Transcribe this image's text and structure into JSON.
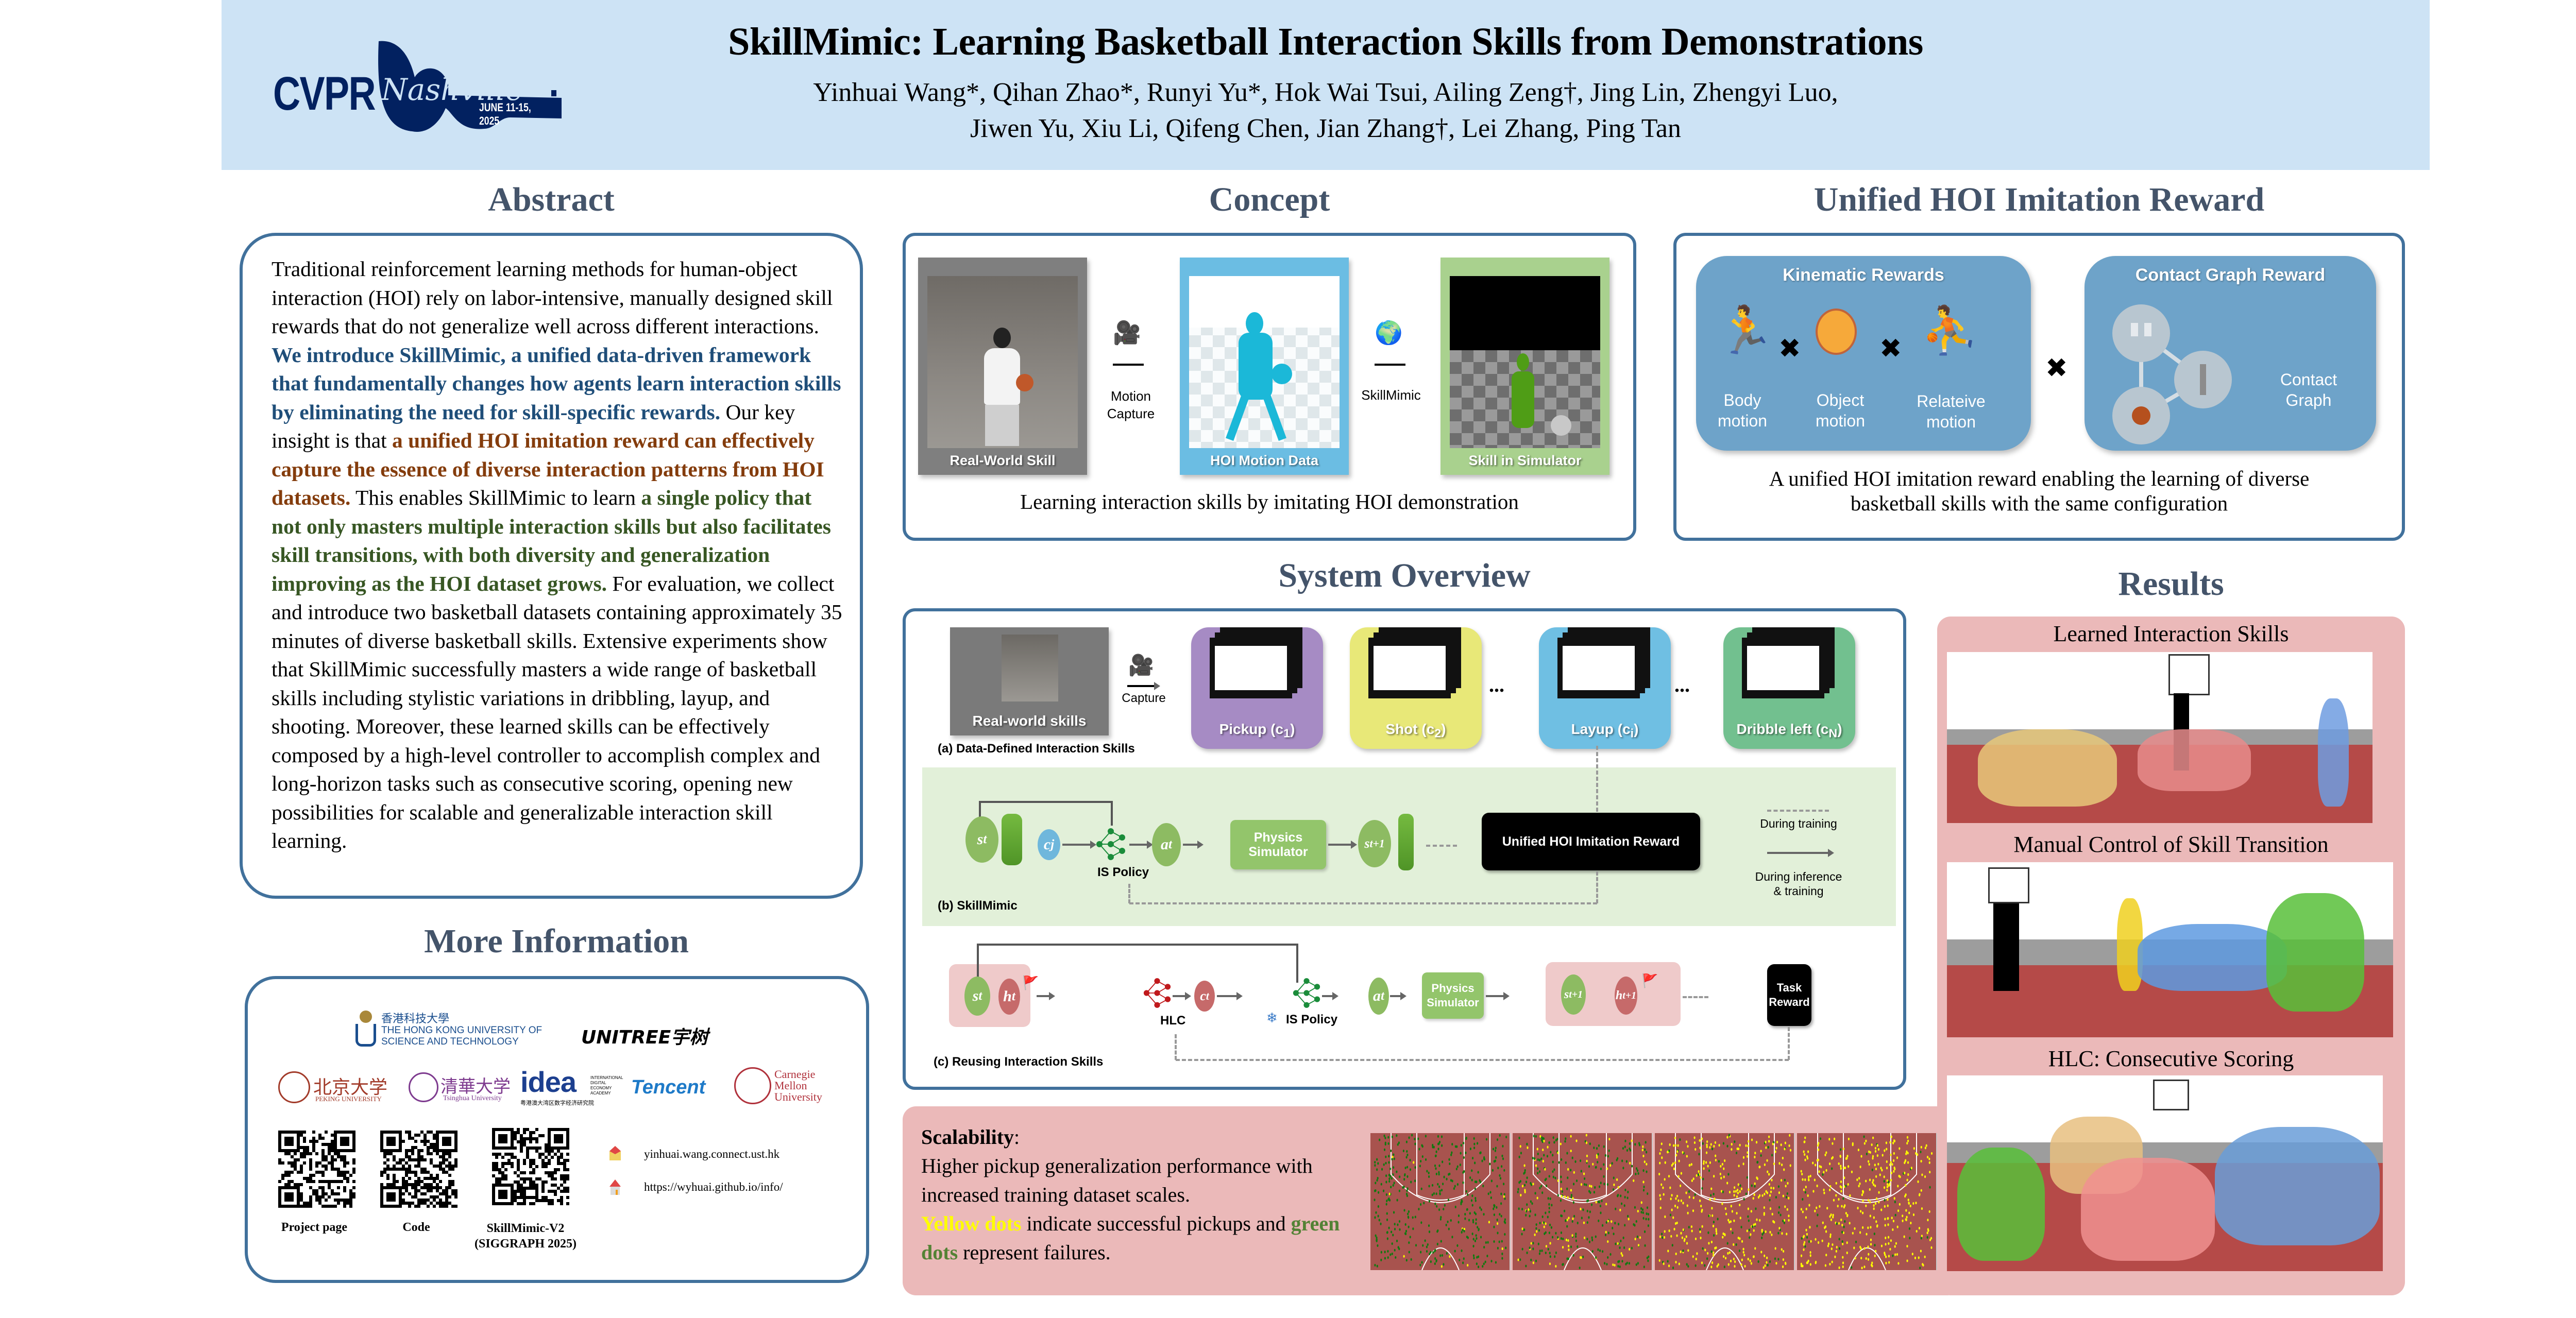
{
  "header": {
    "logo_text": "CVPR",
    "logo_script": "Nashville",
    "logo_dates": "JUNE 11-15, 2025",
    "title": "SkillMimic: Learning Basketball Interaction Skills from Demonstrations",
    "authors_line1": "Yinhuai Wang*, Qihan Zhao*, Runyi Yu*, Hok Wai Tsui, Ailing Zeng†, Jing Lin, Zhengyi Luo,",
    "authors_line2": "Jiwen Yu, Xiu Li, Qifeng Chen, Jian Zhang†, Lei Zhang, Ping Tan"
  },
  "abstract": {
    "title": "Abstract",
    "parts": [
      {
        "style": "normal",
        "text": "Traditional reinforcement learning methods for human-object interaction (HOI) rely on labor-intensive, manually designed skill rewards that do not generalize well across different interactions. "
      },
      {
        "style": "blue",
        "text": "We introduce SkillMimic, a unified data-driven framework that fundamentally changes how agents learn interaction skills by eliminating the need for skill-specific rewards."
      },
      {
        "style": "normal",
        "text": " Our key insight is that "
      },
      {
        "style": "brown",
        "text": "a unified HOI imitation reward can effectively capture the essence of diverse interaction patterns from HOI datasets."
      },
      {
        "style": "normal",
        "text": " This enables SkillMimic to learn "
      },
      {
        "style": "green",
        "text": "a single policy that not only masters multiple interaction skills but also facilitates skill transitions, with both diversity and generalization improving as the HOI dataset grows."
      },
      {
        "style": "normal",
        "text": " For evaluation, we collect and introduce two basketball datasets containing approximately 35 minutes of diverse basketball skills. Extensive experiments show that SkillMimic successfully masters a wide range of basketball skills including stylistic variations in dribbling, layup, and shooting. Moreover, these learned skills can be effectively composed by a high-level controller to accomplish complex and long-horizon tasks such as consecutive scoring, opening new possibilities for scalable and generalizable interaction skill learning."
      }
    ]
  },
  "concept": {
    "title": "Concept",
    "panels": [
      {
        "label": "Real-World Skill",
        "color": "#7f7f7f"
      },
      {
        "label": "HOI Motion Data",
        "color": "#6bbde3"
      },
      {
        "label": "Skill in Simulator",
        "color": "#a9d18e"
      }
    ],
    "arrow1_label_line1": "Motion",
    "arrow1_label_line2": "Capture",
    "arrow2_label": "SkillMimic",
    "caption": "Learning interaction skills by imitating HOI demonstration"
  },
  "reward": {
    "title": "Unified HOI Imitation Reward",
    "kinematic_title": "Kinematic Rewards",
    "contact_title": "Contact Graph Reward",
    "items": [
      {
        "line1": "Body",
        "line2": "motion"
      },
      {
        "line1": "Object",
        "line2": "motion"
      },
      {
        "line1": "Relateive",
        "line2": "motion"
      }
    ],
    "contact_label_line1": "Contact",
    "contact_label_line2": "Graph",
    "times_symbol": "✖",
    "caption_line1": "A unified HOI imitation reward enabling the learning of diverse",
    "caption_line2": "basketball skills with the same configuration"
  },
  "overview": {
    "title": "System Overview",
    "real_world_label": "Real-world skills",
    "capture_label": "Capture",
    "skills": [
      {
        "label": "Pickup (c",
        "sub": "1",
        "color": "#a68bc4"
      },
      {
        "label": "Shot (c",
        "sub": "2",
        "color": "#e8e878"
      },
      {
        "label": "Layup (c",
        "sub": "i",
        "color": "#6fbfe3"
      },
      {
        "label": "Dribble left (c",
        "sub": "N",
        "color": "#72c08f"
      }
    ],
    "ellipsis": "...",
    "section_a": "(a) Data-Defined Interaction Skills",
    "section_b": "(b) SkillMimic",
    "section_c": "(c) Reusing Interaction Skills",
    "b": {
      "s_t": "s",
      "s_t_sub": "t",
      "c_j": "c",
      "c_j_sub": "j",
      "a_t": "a",
      "a_t_sub": "t",
      "s_t1": "s",
      "s_t1_sub": "t+1",
      "policy_label": "IS Policy",
      "physics_line1": "Physics",
      "physics_line2": "Simulator",
      "reward_box": "Unified HOI Imitation Reward",
      "legend_training": "During training",
      "legend_inference_line1": "During inference",
      "legend_inference_line2": "& training"
    },
    "c": {
      "s_t": "s",
      "s_t_sub": "t",
      "h_t": "h",
      "h_t_sub": "t",
      "hlc_label": "HLC",
      "c_t": "c",
      "c_t_sub": "t",
      "policy_label": "IS Policy",
      "a_t": "a",
      "a_t_sub": "t",
      "physics_line1": "Physics",
      "physics_line2": "Simulator",
      "s_t1": "s",
      "s_t1_sub": "t+1",
      "h_t1": "h",
      "h_t1_sub": "t+1",
      "task_line1": "Task",
      "task_line2": "Reward",
      "frozen_icon": "❄"
    }
  },
  "results": {
    "title": "Results",
    "sub1": "Learned Interaction Skills",
    "sub2": "Manual Control of Skill Transition",
    "sub3": "HLC: Consecutive Scoring"
  },
  "scalability": {
    "heading": "Scalability",
    "heading_suffix": ":",
    "line1": "Higher pickup generalization performance with increased training dataset scales.",
    "yellow": "Yellow dots",
    "mid": " indicate successful pickups and ",
    "green": "green dots",
    "end": " represent failures.",
    "panels_success_fraction": [
      0.02,
      0.25,
      0.75,
      0.9
    ]
  },
  "more_info": {
    "title": "More Information",
    "logos": {
      "hkust_cn": "香港科技大學",
      "hkust_en1": "THE HONG KONG UNIVERSITY OF",
      "hkust_en2": "SCIENCE AND TECHNOLOGY",
      "unitree": "UNITREE宇树",
      "pku_cn": "北京大学",
      "pku_en": "PEKING UNIVERSITY",
      "thu_cn": "清華大学",
      "thu_en": "Tsinghua University",
      "idea": "idea",
      "idea_sub1": "INTERNATIONAL",
      "idea_sub2": "DIGITAL",
      "idea_sub3": "ECONOMY",
      "idea_sub4": "ACADEMY",
      "idea_cn": "粤港澳大湾区数字经济研究院",
      "tencent": "Tencent",
      "cmu1": "Carnegie",
      "cmu2": "Mellon",
      "cmu3": "University"
    },
    "qr_codes": [
      {
        "label": "Project page"
      },
      {
        "label": "Code"
      },
      {
        "label_line1": "SkillMimic-V2",
        "label_line2": "(SIGGRAPH 2025)"
      }
    ],
    "email": "yinhuai.wang.connect.ust.hk",
    "homepage": "https://wyhuai.github.io/info/"
  }
}
